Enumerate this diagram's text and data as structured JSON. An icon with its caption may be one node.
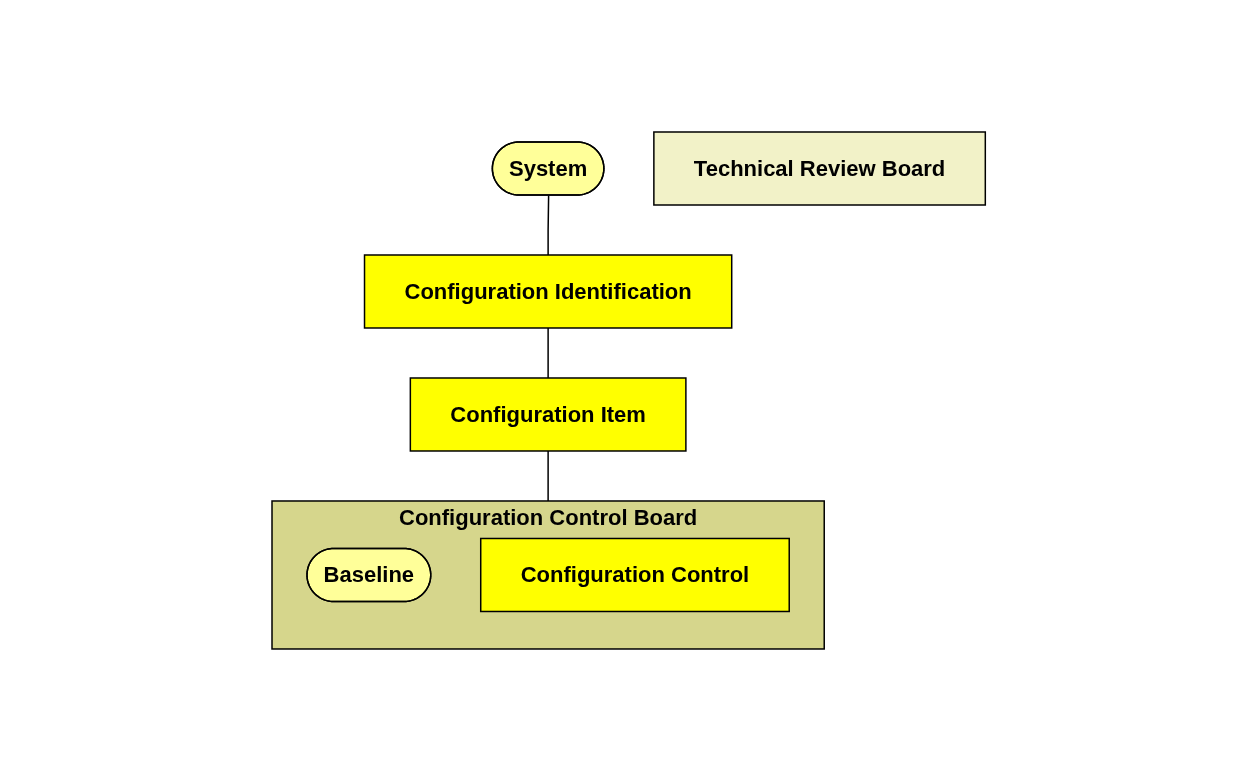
{
  "diagram": {
    "nodes": [
      {
        "text": [
          "System"
        ]
      },
      {
        "text": [
          "Configuration Identification"
        ]
      },
      {
        "text": [
          "Configuration Item"
        ]
      },
      {
        "text": [
          "Technical Review Board"
        ]
      },
      {
        "text": [
          "Configuration Control Board"
        ]
      },
      {
        "text": [
          "Baseline"
        ],
        "in": 4
      },
      {
        "text": [
          "Configuration Control"
        ],
        "in": 4
      }
    ],
    "edges": [
      {
        "from": 0,
        "to": 1,
        "arrow": "none"
      },
      {
        "from": 1,
        "to": 2,
        "arrow": "none"
      },
      {
        "from": 2,
        "to": 4,
        "arrow": "none"
      }
    ]
  }
}
